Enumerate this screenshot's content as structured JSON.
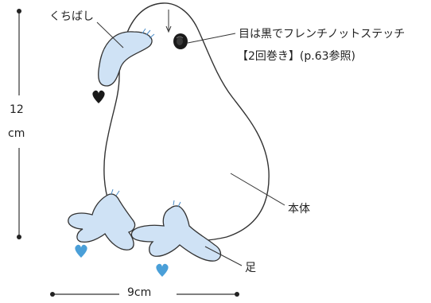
{
  "labels": {
    "beak": "くちばし",
    "eye_line1": "目は黒でフレンチノットステッチ",
    "eye_line2": "【2回巻き】(p.63参照)",
    "body": "本体",
    "feet": "足"
  },
  "dimensions": {
    "height_value": "12",
    "height_unit": "cm",
    "width": "9cm"
  },
  "colors": {
    "outline": "#333333",
    "light_blue": "#cfe2f5",
    "heart_black": "#1a1a1a",
    "heart_blue": "#4a9fd8",
    "body_fill": "#ffffff"
  }
}
